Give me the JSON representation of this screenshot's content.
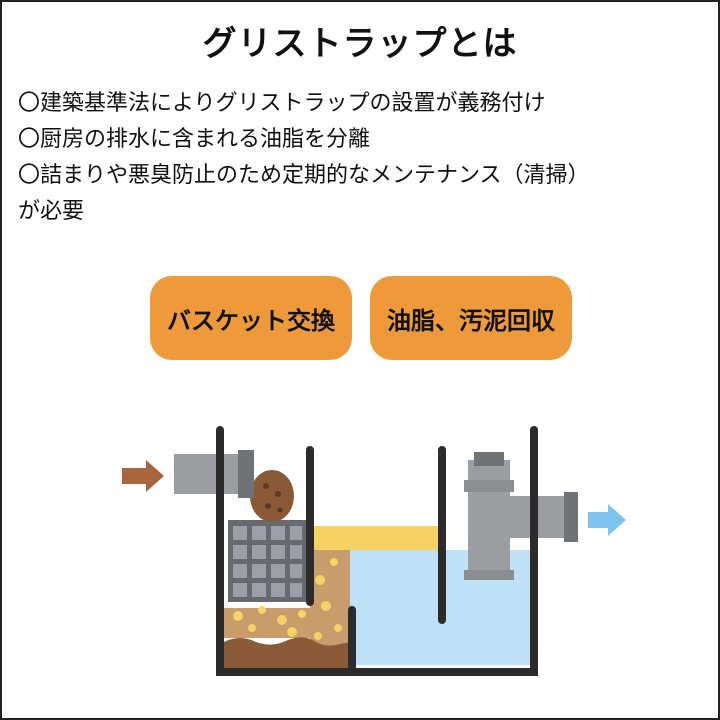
{
  "title": "グリストラップとは",
  "bullets": [
    "〇建築基準法によりグリストラップの設置が義務付け",
    "〇厨房の排水に含まれる油脂を分離",
    "〇詰まりや悪臭防止のため定期的なメンテナンス（清掃）",
    "が必要"
  ],
  "buttons": {
    "basket": "バスケット交換",
    "grease": "油脂、汚泥回収"
  },
  "illustration": {
    "icons": [
      "inflow-arrow-icon",
      "outflow-arrow-icon",
      "inlet-pipe-icon",
      "outlet-pipe-icon",
      "basket-icon",
      "sludge-icon",
      "oil-layer-icon",
      "water-icon"
    ],
    "colors": {
      "tank_wall": "#2b2b2b",
      "pipe": "#9a9ea3",
      "pipe_dark": "#6f7377",
      "water": "#bfe1f6",
      "oil": "#f6d264",
      "sludge": "#8a5a36",
      "debris": "#c99c6b",
      "basket": "#666a6e",
      "arrow_in": "#a8643a",
      "arrow_out": "#7cc3ee",
      "accent": "#ef9a3a"
    }
  }
}
